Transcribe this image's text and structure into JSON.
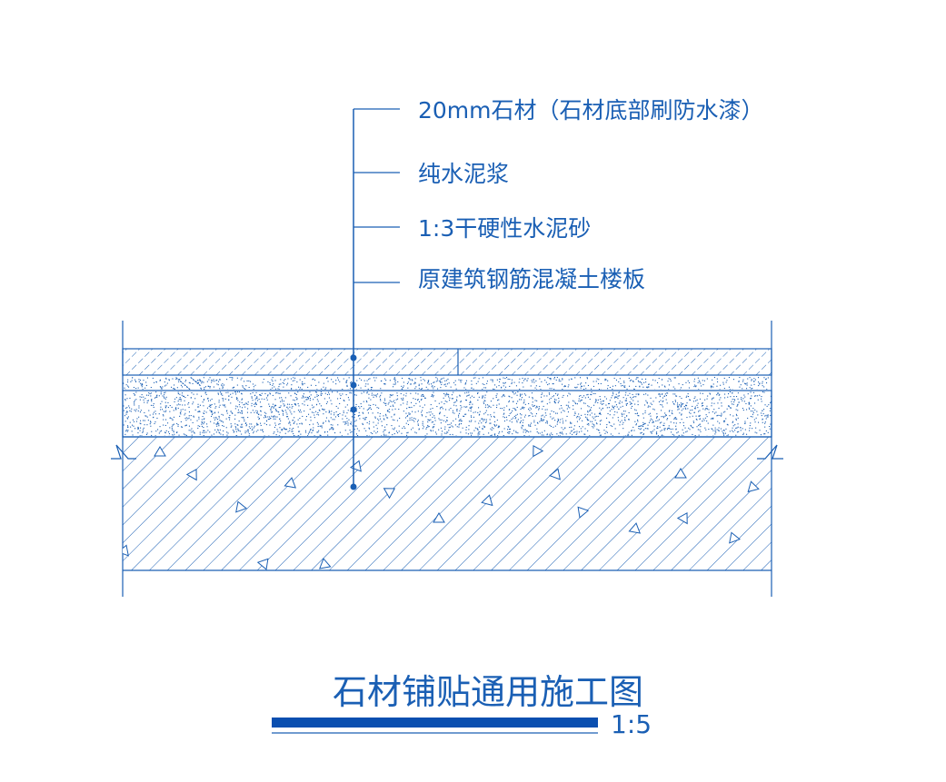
{
  "colors": {
    "line": "#1a5fb4",
    "title_bar": "#0a4fb0",
    "background": "#ffffff"
  },
  "layers": [
    {
      "label": "20mm石材（石材底部刷防水漆）"
    },
    {
      "label": "纯水泥浆"
    },
    {
      "label": "1:3干硬性水泥砂"
    },
    {
      "label": "原建筑钢筋混凝土楼板"
    }
  ],
  "title": {
    "text": "石材铺贴通用施工图",
    "scale": "1:5"
  }
}
